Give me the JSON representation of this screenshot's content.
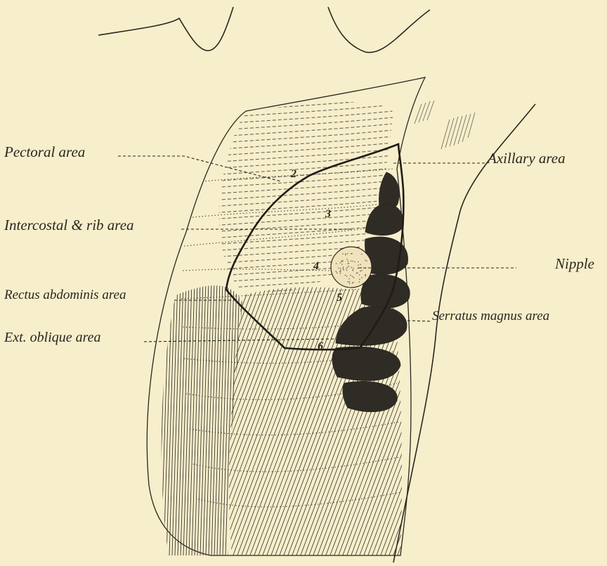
{
  "labels": {
    "pectoral": "Pectoral area",
    "intercostal": "Intercostal & rib area",
    "rectus": "Rectus abdominis area",
    "ext_oblique": "Ext. oblique area",
    "axillary": "Axillary area",
    "nipple": "Nipple",
    "serratus": "Serratus magnus area"
  },
  "rib_numbers": [
    "2",
    "3",
    "4",
    "5",
    "6"
  ],
  "colors": {
    "paper": "#f7eecb",
    "ink": "#2a2620",
    "hatch": "#6b655a",
    "shade": "#3a352e"
  }
}
